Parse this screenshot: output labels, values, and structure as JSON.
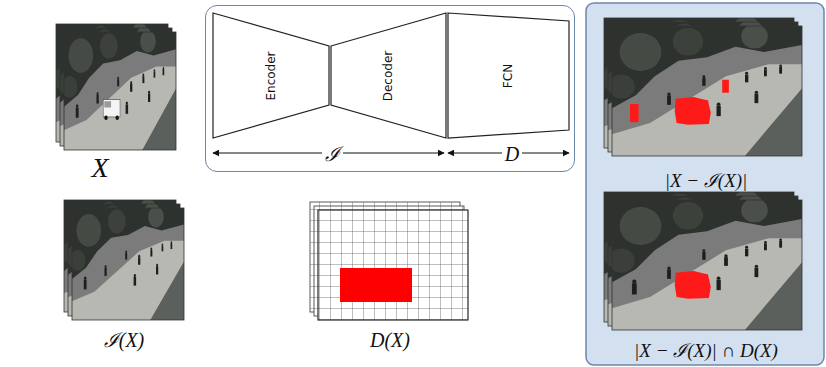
{
  "diagram": {
    "nodes": [
      {
        "text": [
          "ℐ",
          "D"
        ]
      },
      {
        "text": [
          "Encoder"
        ],
        "in": 0
      },
      {
        "text": [
          "Decoder"
        ],
        "in": 0
      },
      {
        "text": [
          "FCN"
        ],
        "in": 0
      },
      {
        "text": [
          "|X − ℐ(X)|",
          "|X − ℐ(X)| ∩ D(X)"
        ]
      }
    ],
    "labels": [
      "X",
      "ℐ(X)",
      "D(X)"
    ]
  }
}
